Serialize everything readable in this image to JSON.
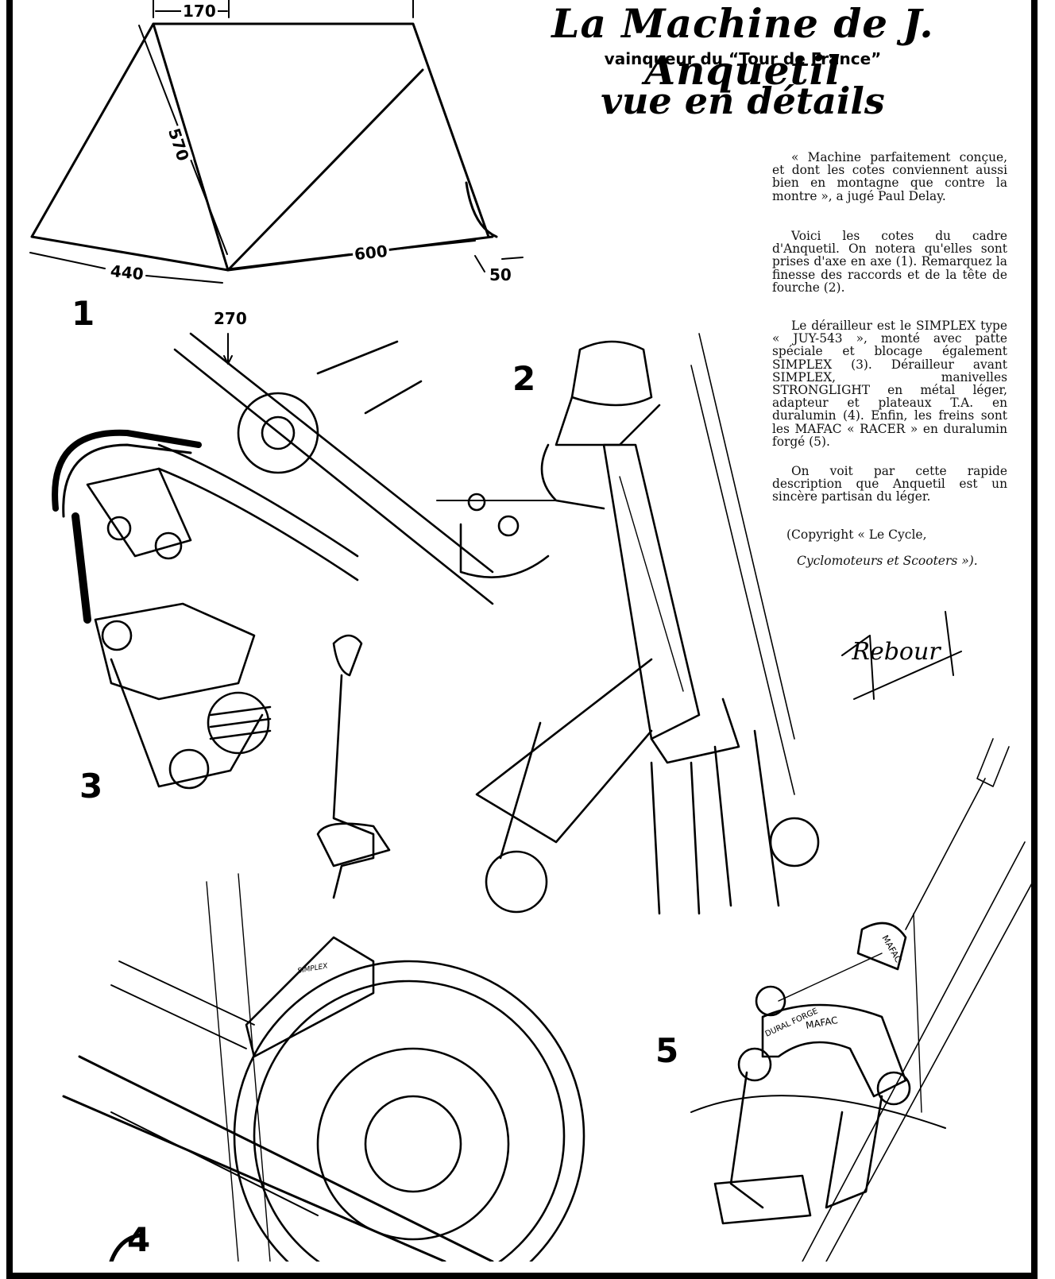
{
  "header": {
    "title": "La Machine de J. Anquetil",
    "subtitle": "vainqueur du “Tour de France”",
    "title_line2": "vue en détails"
  },
  "article": {
    "paragraphs": [
      "« Machine parfaitement conçue, et dont les cotes conviennent aussi bien en montagne que contre la montre », a jugé Paul Delay.",
      "Voici les cotes du cadre d'Anquetil. On notera qu'elles sont prises d'axe en axe (1). Remarquez la finesse des raccords et de la tête de fourche (2).",
      "Le dérailleur est le SIMPLEX type « JUY-543 », monté avec patte spéciale et blocage également SIMPLEX (3). Dérailleur avant SIMPLEX, manivelles STRONGLIGHT en métal léger, adapteur et plateaux T.A. en duralumin (4). Enfin, les freins sont les MAFAC « RACER » en duralumin forgé (5).",
      "On voit par cette rapide description que Anquetil est un sincère partisan du léger."
    ],
    "copyright_line1": "(Copyright « Le Cycle,",
    "copyright_line2": "Cyclomoteurs et Scooters »)."
  },
  "frame_dimensions": {
    "top": "170",
    "seat_tube": "570",
    "chainstay": "440",
    "down_tube": "600",
    "fork_offset": "50",
    "bb_drop": "270"
  },
  "figure_numbers": [
    "1",
    "2",
    "3",
    "4",
    "5"
  ],
  "engraved_text": {
    "signature": "Rebour",
    "brake_brand": "MAFAC",
    "brake_label": "DURAL FORGE",
    "derailleur_brand": "SIMPLEX"
  }
}
